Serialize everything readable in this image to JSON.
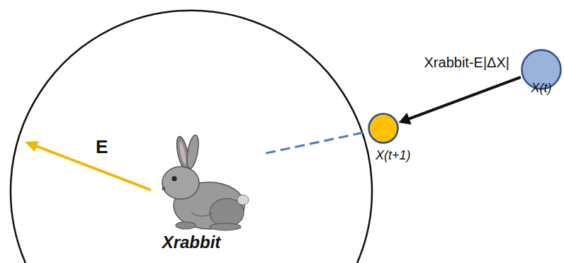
{
  "diagram": {
    "nodes": [
      {
        "text": [
          "Xrabbit"
        ]
      },
      {
        "text": [
          "X(t+1)"
        ]
      },
      {
        "text": [
          "X(t)"
        ]
      }
    ],
    "edges": [
      {
        "from": 0,
        "to": 1,
        "arrow": "none"
      },
      {
        "from": 2,
        "to": 1,
        "arrow": "to",
        "label": "Xrabbit-E|ΔX|"
      }
    ],
    "labels": [
      "E"
    ]
  }
}
